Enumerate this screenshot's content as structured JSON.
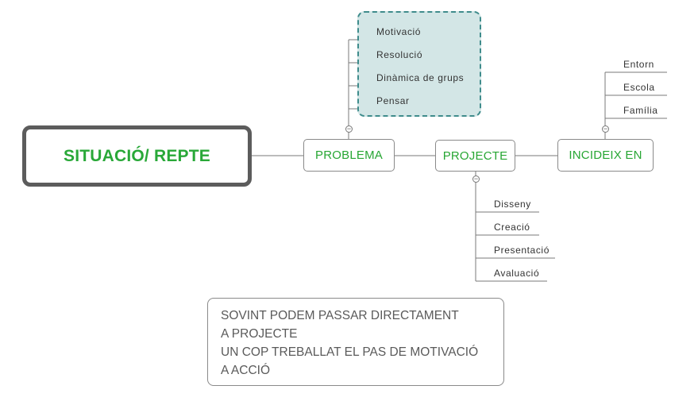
{
  "root": {
    "label": "SITUACIÓ/ REPTE"
  },
  "nodes": {
    "problema": "PROBLEMA",
    "projecte": "PROJECTE",
    "incideix": "INCIDEIX EN"
  },
  "problema_children": [
    "Motivació",
    "Resolució",
    "Dinàmica de grups",
    "Pensar"
  ],
  "incideix_children": [
    "Entorn",
    "Escola",
    "Família"
  ],
  "projecte_children": [
    "Disseny",
    "Creació",
    "Presentació",
    "Avaluació"
  ],
  "collapse_symbol": "−",
  "note": {
    "lines": [
      "SOVINT PODEM PASSAR DIRECTAMENT",
      "A PROJECTE",
      "UN COP TREBALLAT EL PAS DE MOTIVACIÓ",
      "A ACCIÓ"
    ]
  },
  "colors": {
    "node_text": "#27a633",
    "group_fill": "#d3e6e6",
    "group_border": "#3f8c8c",
    "root_border": "#5c5c5c"
  }
}
